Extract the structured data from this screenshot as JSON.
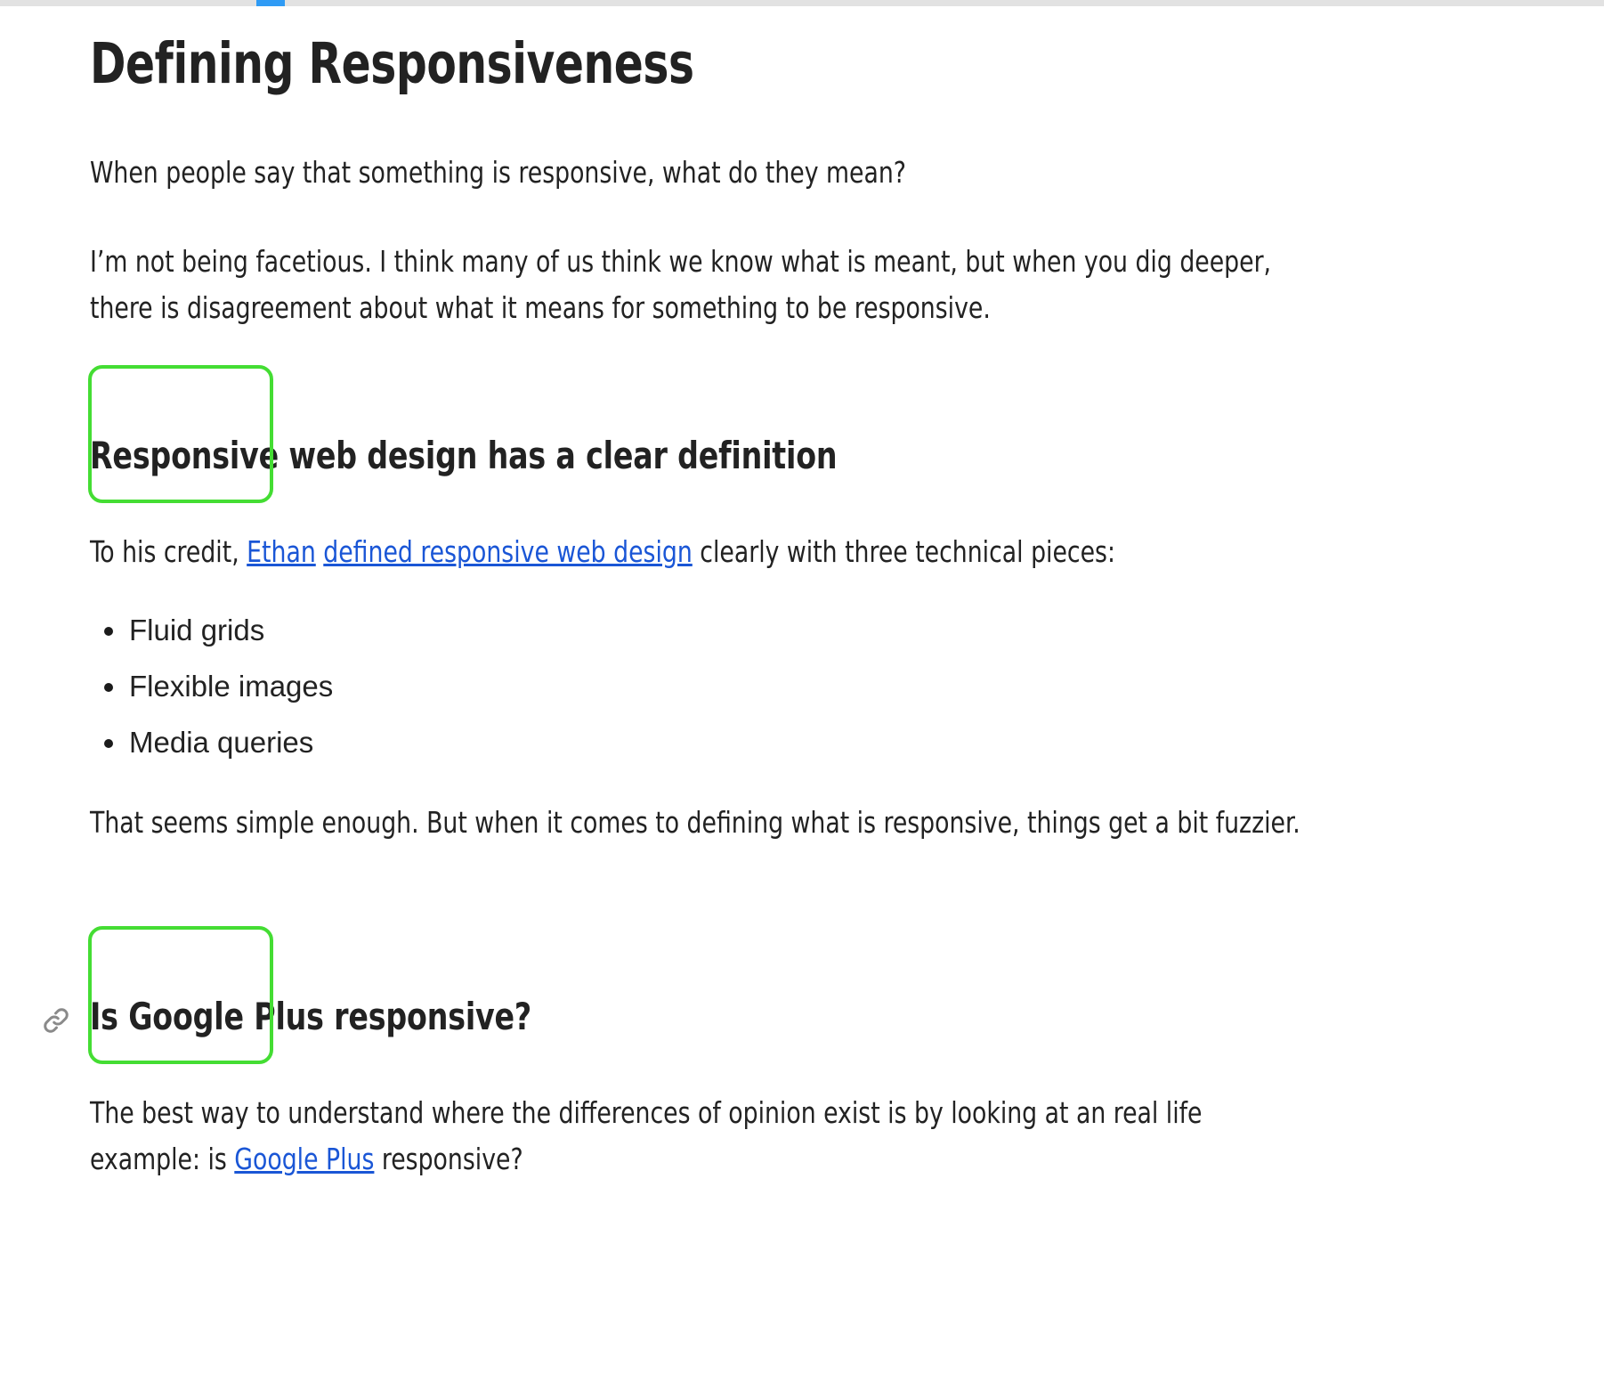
{
  "topbar": {
    "progress_color": "#2f9bf5",
    "track_color": "#e2e2e2"
  },
  "article": {
    "title": "Defining Responsiveness",
    "paragraphs": {
      "p1": "When people say that something is responsive, what do they mean?",
      "p2": "I’m not being facetious. I think many of us think we know what is meant, but when you dig deeper, there is disagreement about what it means for something to be responsive.",
      "p3_pre": "To his credit, ",
      "p3_link1": "Ethan",
      "p3_mid": " ",
      "p3_link2": "defined responsive web design",
      "p3_post": " clearly with three technical pieces:",
      "p4": "That seems simple enough. But when it comes to defining what is responsive, things get a bit fuzzier.",
      "p5_pre": "The best way to understand where the differences of opinion exist is by looking at an real life example: is ",
      "p5_link": "Google Plus",
      "p5_post": " responsive?"
    },
    "headings": {
      "h2_1": "Responsive web design has a clear definition",
      "h2_2": "Is Google Plus responsive?"
    },
    "list": [
      "Fluid grids",
      "Flexible images",
      "Media queries"
    ]
  },
  "annotations": {
    "box_color": "#44dd33",
    "boxes": [
      {
        "label": "highlight-box-1"
      },
      {
        "label": "highlight-box-2"
      }
    ]
  },
  "icons": {
    "anchor": "link-icon"
  },
  "colors": {
    "text": "#222222",
    "link": "#1a56d6",
    "accent_green": "#44dd33",
    "accent_blue": "#2f9bf5"
  }
}
